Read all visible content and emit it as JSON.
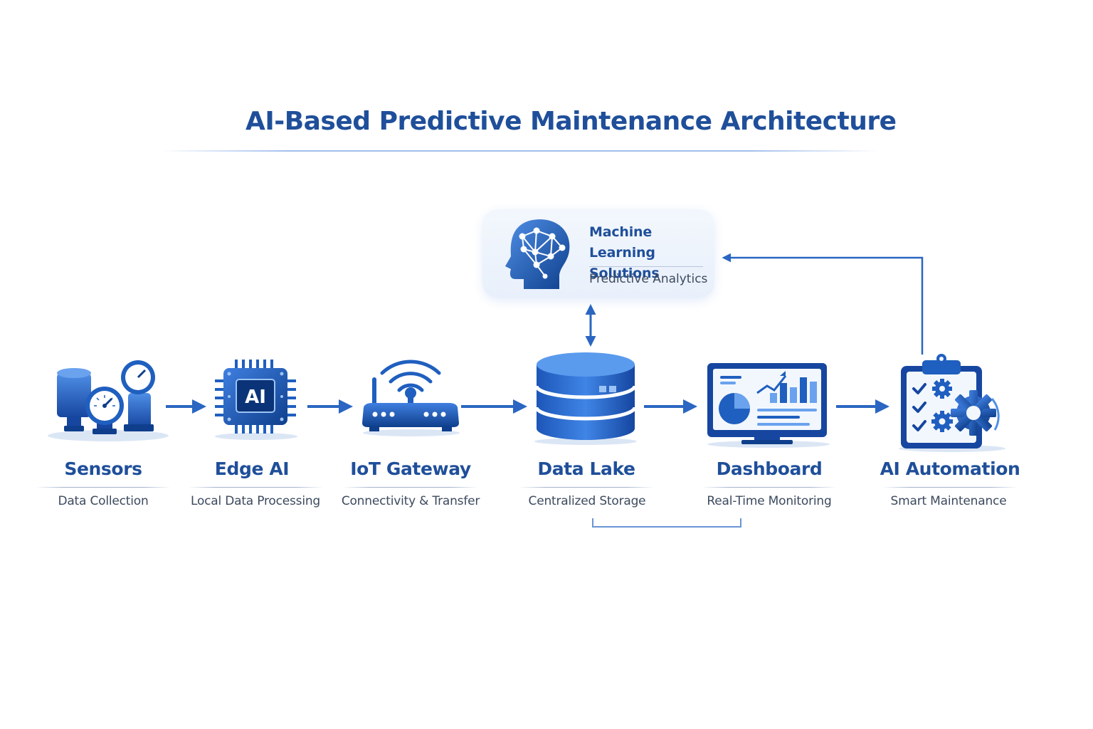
{
  "title": "AI-Based Predictive Maintenance Architecture",
  "ml_box": {
    "title_line1": "Machine Learning",
    "title_line2": "Solutions",
    "subtitle": "Predictive Analytics",
    "icon": "brain-network-icon"
  },
  "stages": [
    {
      "name": "Sensors",
      "subtitle": "Data Collection",
      "icon": "sensor-gauges-icon"
    },
    {
      "name": "Edge AI",
      "subtitle": "Local Data Processing",
      "icon": "ai-chip-icon"
    },
    {
      "name": "IoT Gateway",
      "subtitle": "Connectivity & Transfer",
      "icon": "wifi-router-icon"
    },
    {
      "name": "Data Lake",
      "subtitle": "Centralized Storage",
      "icon": "database-icon"
    },
    {
      "name": "Dashboard",
      "subtitle": "Real-Time Monitoring",
      "icon": "monitor-dashboard-icon"
    },
    {
      "name": "AI Automation",
      "subtitle": "Smart Maintenance",
      "icon": "clipboard-gears-icon"
    }
  ],
  "chip_label": "AI",
  "colors": {
    "primary": "#1f5fbf",
    "dark": "#0f3f8c",
    "light": "#4f8fe6",
    "title": "#1f4f9a",
    "arrow": "#2a66c2"
  }
}
